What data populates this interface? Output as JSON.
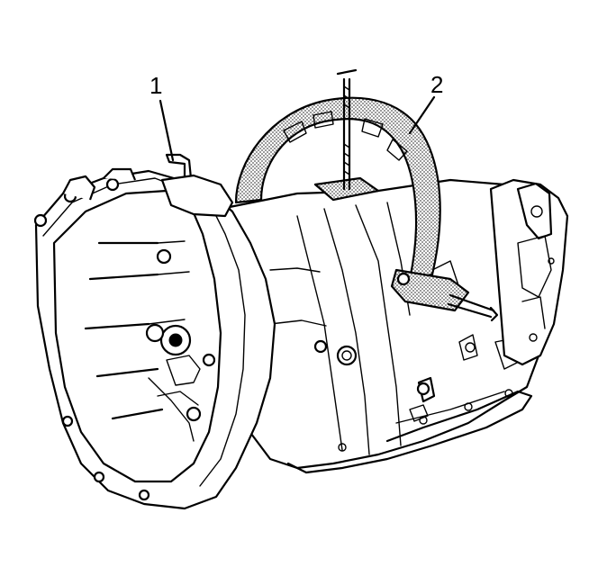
{
  "callouts": [
    {
      "id": "1",
      "label": "1"
    },
    {
      "id": "2",
      "label": "2"
    }
  ],
  "colors": {
    "line": "#000000",
    "background": "#ffffff",
    "tool_fill": "#cfcfcf"
  }
}
